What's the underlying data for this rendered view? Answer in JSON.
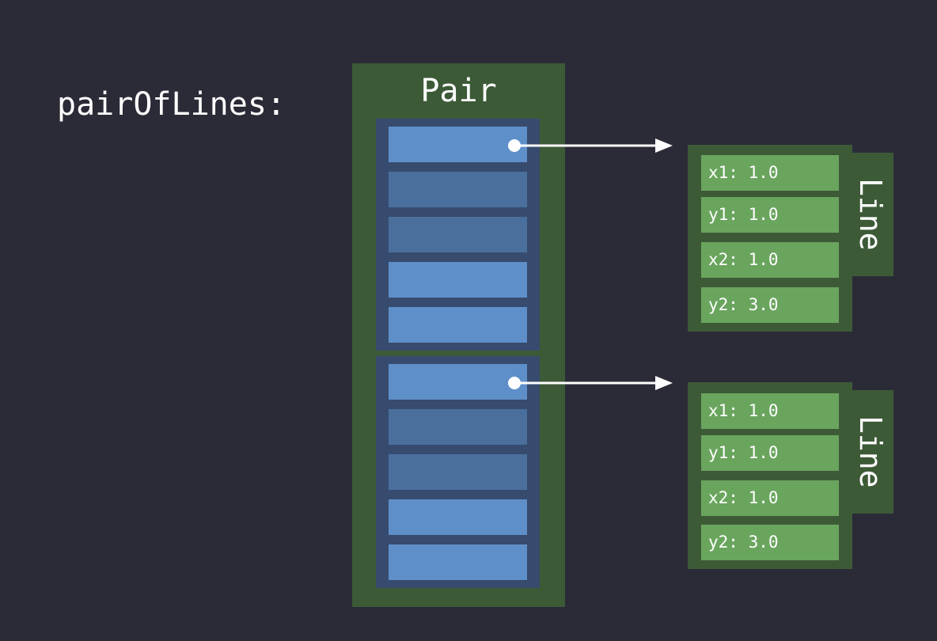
{
  "variable": {
    "label": "pairOfLines:"
  },
  "pair": {
    "title": "Pair"
  },
  "lines": [
    {
      "title": "Line",
      "fields": [
        {
          "text": "x1: 1.0"
        },
        {
          "text": "y1: 1.0"
        },
        {
          "text": "x2: 1.0"
        },
        {
          "text": "y2: 3.0"
        }
      ]
    },
    {
      "title": "Line",
      "fields": [
        {
          "text": "x1: 1.0"
        },
        {
          "text": "y1: 1.0"
        },
        {
          "text": "x2: 1.0"
        },
        {
          "text": "y2: 3.0"
        }
      ]
    }
  ],
  "colors": {
    "background": "#2b2b37",
    "struct_green": "#3d5a37",
    "field_green": "#6aa55e",
    "group_blue": "#364b6e",
    "slot_blue_light": "#5f8fc9",
    "slot_blue_dim": "#4a6f9c",
    "arrow": "#ffffff"
  }
}
